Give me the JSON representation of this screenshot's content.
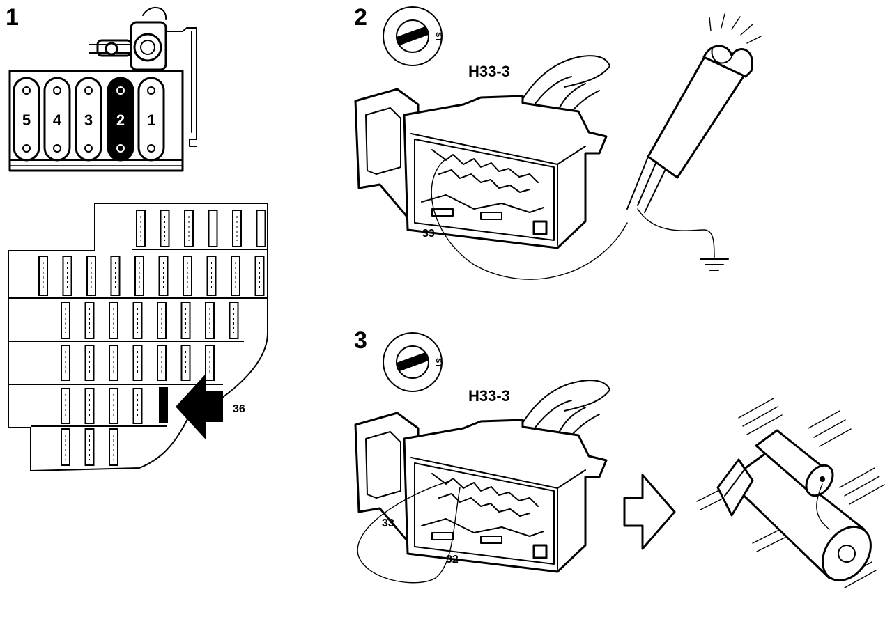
{
  "steps": {
    "step1": "1",
    "step2": "2",
    "step3": "3"
  },
  "coil_slots": [
    "5",
    "4",
    "3",
    "2",
    "1"
  ],
  "highlighted_slot": "2",
  "fuse_box": {
    "callout": "36"
  },
  "connector_step2": {
    "title": "H33-3",
    "pin_label": "33"
  },
  "connector_step3": {
    "title": "H33-3",
    "pin_label_a": "33",
    "pin_label_b": "32"
  },
  "ignition_switch": {
    "position_text": "ST"
  },
  "icons": [
    "ignition-key-icon",
    "test-lamp-icon",
    "ground-symbol-icon",
    "arrow-right-icon",
    "starter-motor-icon"
  ]
}
